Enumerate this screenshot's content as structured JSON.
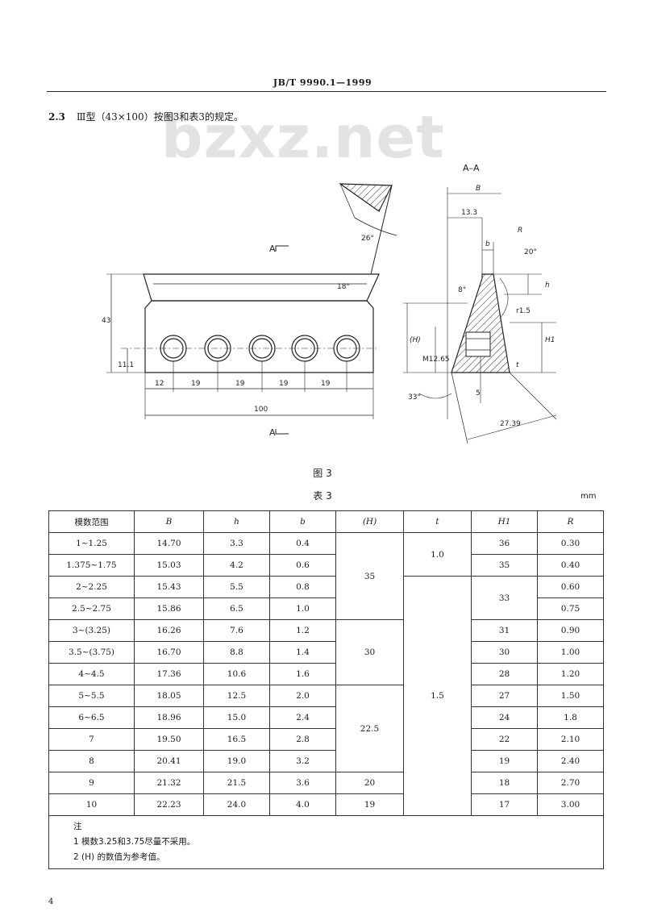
{
  "header": {
    "code": "JB/T 9990.1—1999"
  },
  "clause": {
    "number": "2.3",
    "text": "Ⅲ型（43×100）按图3和表3的规定。"
  },
  "watermark": "bzxz.net",
  "figure": {
    "caption": "图 3",
    "section_label": "A–A",
    "section_arrow_top": "A",
    "section_arrow_bottom": "A",
    "dims": {
      "height_total": "43",
      "hole_height": "11.1",
      "d1": "12",
      "d2": "19",
      "d3": "19",
      "d4": "19",
      "d5": "19",
      "length": "100",
      "angle_top": "26°",
      "angle_side": "18°",
      "B": "B",
      "w133": "13.3",
      "b": "b",
      "R": "R",
      "a20": "20°",
      "h": "h",
      "a8": "8°",
      "r15": "r1.5",
      "H": "(H)",
      "thread": "M12.65",
      "H1": "H1",
      "t": "t",
      "five": "5",
      "a33": "33°",
      "d2739": "27.39"
    }
  },
  "table": {
    "caption": "表 3",
    "unit": "mm",
    "headers": [
      "模数范围",
      "B",
      "h",
      "b",
      "(H)",
      "t",
      "H1",
      "R"
    ],
    "rows": [
      [
        "1~1.25",
        "14.70",
        "3.3",
        "0.4"
      ],
      [
        "1.375~1.75",
        "15.03",
        "4.2",
        "0.6"
      ],
      [
        "2~2.25",
        "15.43",
        "5.5",
        "0.8"
      ],
      [
        "2.5~2.75",
        "15.86",
        "6.5",
        "1.0"
      ],
      [
        "3~(3.25)",
        "16.26",
        "7.6",
        "1.2"
      ],
      [
        "3.5~(3.75)",
        "16.70",
        "8.8",
        "1.4"
      ],
      [
        "4~4.5",
        "17.36",
        "10.6",
        "1.6"
      ],
      [
        "5~5.5",
        "18.05",
        "12.5",
        "2.0"
      ],
      [
        "6~6.5",
        "18.96",
        "15.0",
        "2.4"
      ],
      [
        "7",
        "19.50",
        "16.5",
        "2.8"
      ],
      [
        "8",
        "20.41",
        "19.0",
        "3.2"
      ],
      [
        "9",
        "21.32",
        "21.5",
        "3.6"
      ],
      [
        "10",
        "22.23",
        "24.0",
        "4.0"
      ]
    ],
    "H_groups": [
      "35",
      "30",
      "22.5",
      "20",
      "19"
    ],
    "t_groups": [
      "1.0",
      "1.5"
    ],
    "H1": [
      "36",
      "35",
      "33",
      "31",
      "30",
      "28",
      "27",
      "24",
      "22",
      "19",
      "18",
      "17"
    ],
    "R": [
      "0.30",
      "0.40",
      "0.60",
      "0.75",
      "0.90",
      "1.00",
      "1.20",
      "1.50",
      "1.8",
      "2.10",
      "2.40",
      "2.70",
      "3.00"
    ],
    "notes": {
      "title": "注",
      "line1": "1 模数3.25和3.75尽量不采用。",
      "line2": "2 (H) 的数值为参考值。"
    }
  },
  "page_number": "4"
}
